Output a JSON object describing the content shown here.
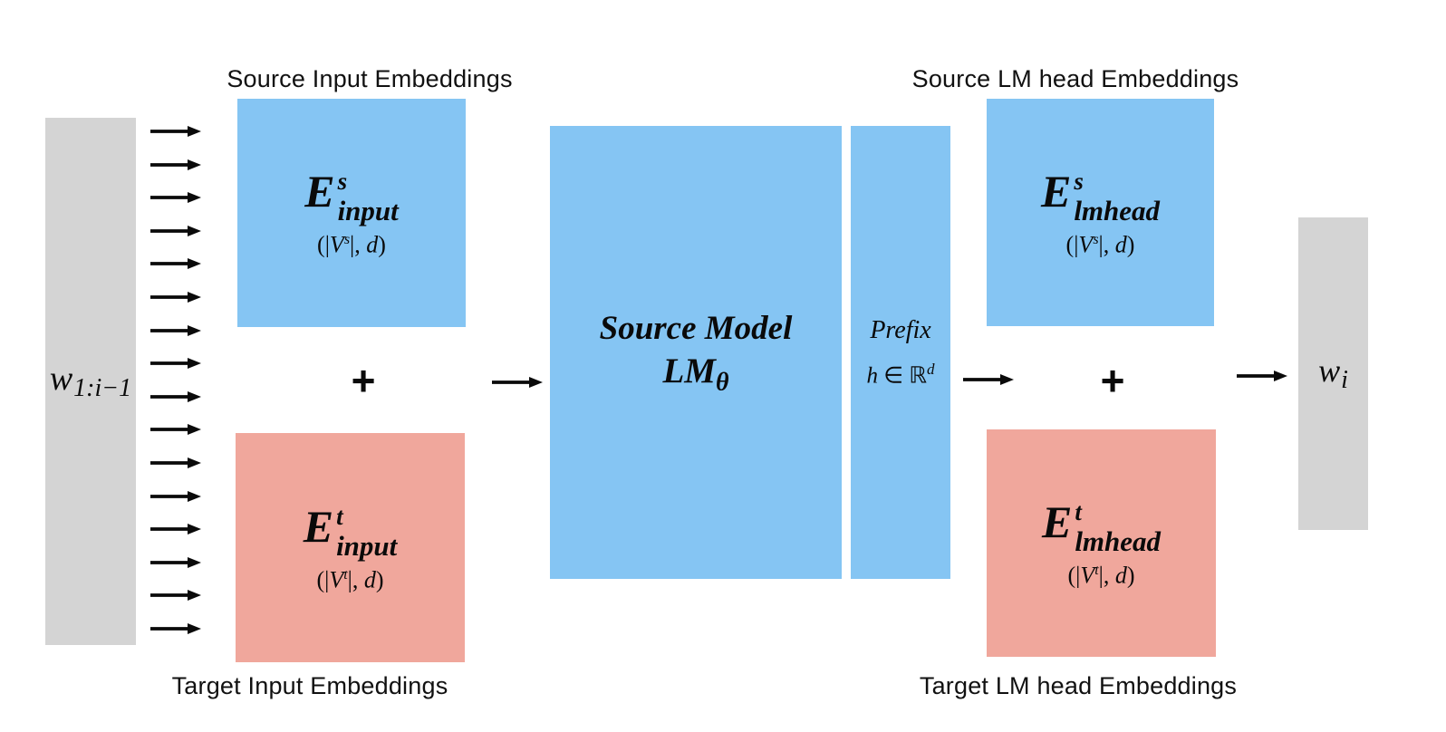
{
  "diagram": {
    "labels": {
      "source_input": "Source Input Embeddings",
      "target_input": "Target Input Embeddings",
      "source_lmhead": "Source LM head Embeddings",
      "target_lmhead": "Target LM head Embeddings"
    },
    "input_token": {
      "base": "w",
      "sub": "1:i−1"
    },
    "output_token": {
      "base": "w",
      "sub": "i"
    },
    "input_arrow_count": 16,
    "plus": "+",
    "boxes": {
      "source_input": {
        "sym": "E",
        "sup": "s",
        "sub": "input",
        "dims": {
          "open": "(|",
          "v": "V",
          "v_sup": "s",
          "mid": "|, ",
          "d": "d",
          "close": ")"
        }
      },
      "target_input": {
        "sym": "E",
        "sup": "t",
        "sub": "input",
        "dims": {
          "open": "(|",
          "v": "V",
          "v_sup": "t",
          "mid": "|, ",
          "d": "d",
          "close": ")"
        }
      },
      "source_model": {
        "line1": "Source Model",
        "lm": "LM",
        "lm_sub": "θ"
      },
      "prefix": {
        "line1": "Prefix",
        "h": "h",
        "elem": "∈",
        "r": "ℝ",
        "r_sup": "d"
      },
      "source_lmhead": {
        "sym": "E",
        "sup": "s",
        "sub": "lmhead",
        "dims": {
          "open": "(|",
          "v": "V",
          "v_sup": "s",
          "mid": "|, ",
          "d": "d",
          "close": ")"
        }
      },
      "target_lmhead": {
        "sym": "E",
        "sup": "t",
        "sub": "lmhead",
        "dims": {
          "open": "(|",
          "v": "V",
          "v_sup": "t",
          "mid": "|, ",
          "d": "d",
          "close": ")"
        }
      }
    },
    "colors": {
      "blue": "#85C5F3",
      "salmon": "#F0A79C",
      "gray": "#D4D4D4",
      "arrow": "#0A0A0A"
    }
  }
}
